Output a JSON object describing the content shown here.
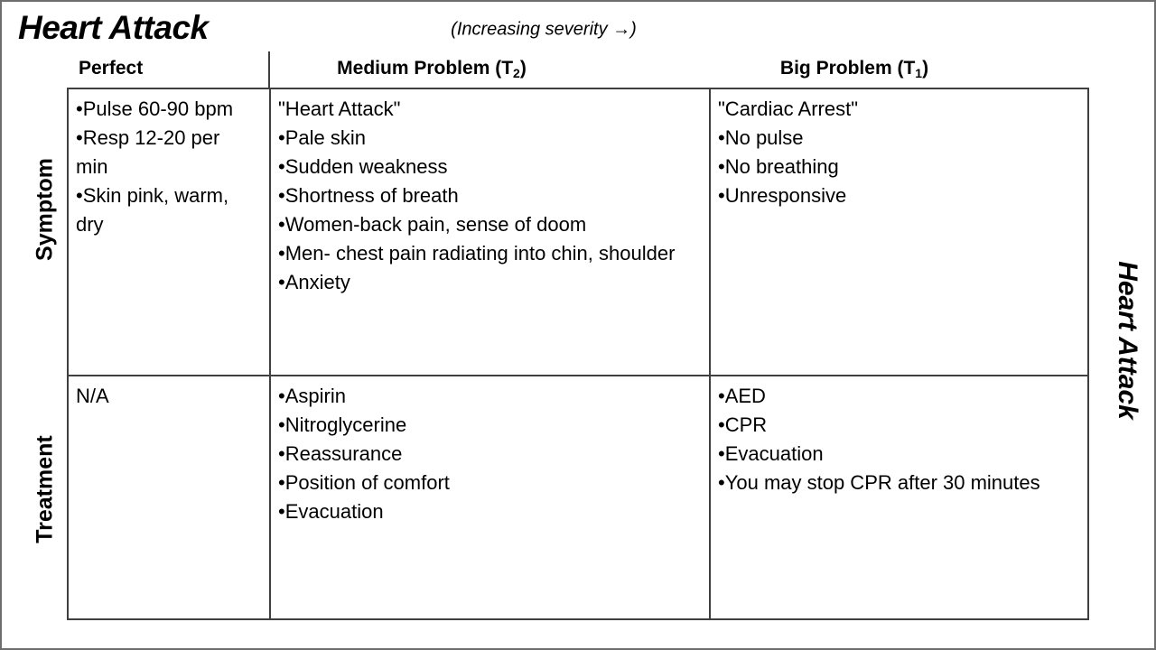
{
  "title": "Heart Attack",
  "severity_note": {
    "text": "(Increasing severity ",
    "arrow": "→",
    "end": ")"
  },
  "side_label": "Heart Attack",
  "table": {
    "row_labels": {
      "symptom": "Symptom",
      "treatment": "Treatment"
    },
    "column_headers": [
      {
        "main": "Perfect",
        "sub": "",
        "end": ""
      },
      {
        "main": "Medium Problem (T",
        "sub": "2",
        "end": ")"
      },
      {
        "main": "Big Problem (T",
        "sub": "1",
        "end": ")"
      }
    ],
    "cells": {
      "symptom": {
        "perfect": {
          "lead": "",
          "items": [
            "Pulse 60-90 bpm",
            "Resp 12-20 per min",
            "Skin pink, warm, dry"
          ]
        },
        "medium": {
          "lead": "\"Heart Attack\"",
          "items": [
            "Pale skin",
            "Sudden weakness",
            "Shortness of breath",
            "Women-back pain, sense of doom",
            "Men- chest pain radiating into chin, shoulder",
            "Anxiety"
          ]
        },
        "big": {
          "lead": "\"Cardiac Arrest\"",
          "items": [
            "No pulse",
            "No breathing",
            "Unresponsive"
          ]
        }
      },
      "treatment": {
        "perfect": {
          "lead": "N/A",
          "items": []
        },
        "medium": {
          "lead": "",
          "items": [
            "Aspirin",
            "Nitroglycerine",
            "Reassurance",
            "Position of comfort",
            "Evacuation"
          ]
        },
        "big": {
          "lead": "",
          "items": [
            "AED",
            "CPR",
            "Evacuation",
            "You may stop CPR after 30 minutes"
          ]
        }
      }
    }
  },
  "colors": {
    "text": "#000000",
    "table_border": "#3f3f3f",
    "page_border": "#6e6e6e",
    "background": "#ffffff"
  }
}
